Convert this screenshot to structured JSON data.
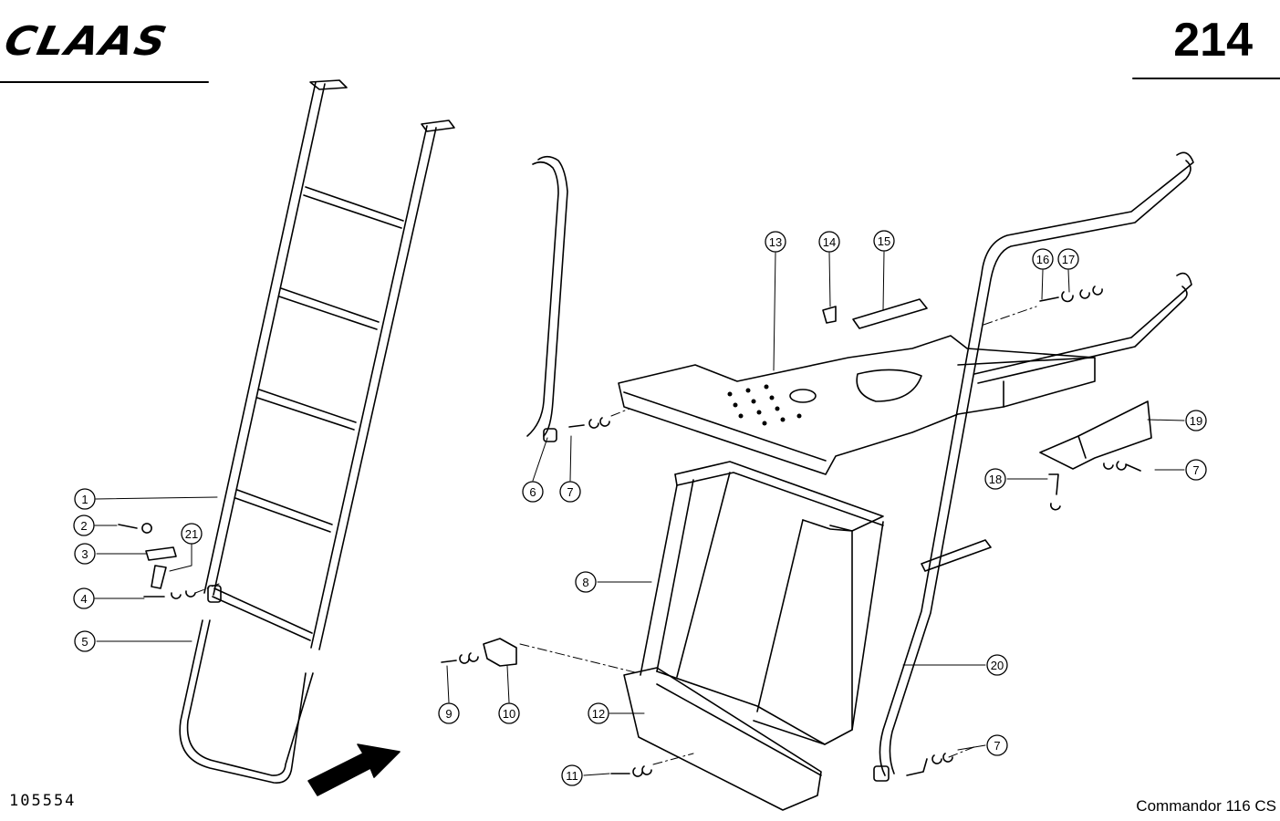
{
  "header": {
    "brand": "CLAAS",
    "page_number": "214"
  },
  "footer": {
    "document_number": "105554",
    "model": "Commandor 116 CS"
  },
  "callouts": [
    "1",
    "2",
    "3",
    "4",
    "5",
    "6",
    "7",
    "8",
    "9",
    "10",
    "11",
    "12",
    "13",
    "14",
    "15",
    "16",
    "17",
    "18",
    "19",
    "20",
    "21"
  ],
  "colors": {
    "ink": "#000000",
    "paper": "#ffffff"
  }
}
